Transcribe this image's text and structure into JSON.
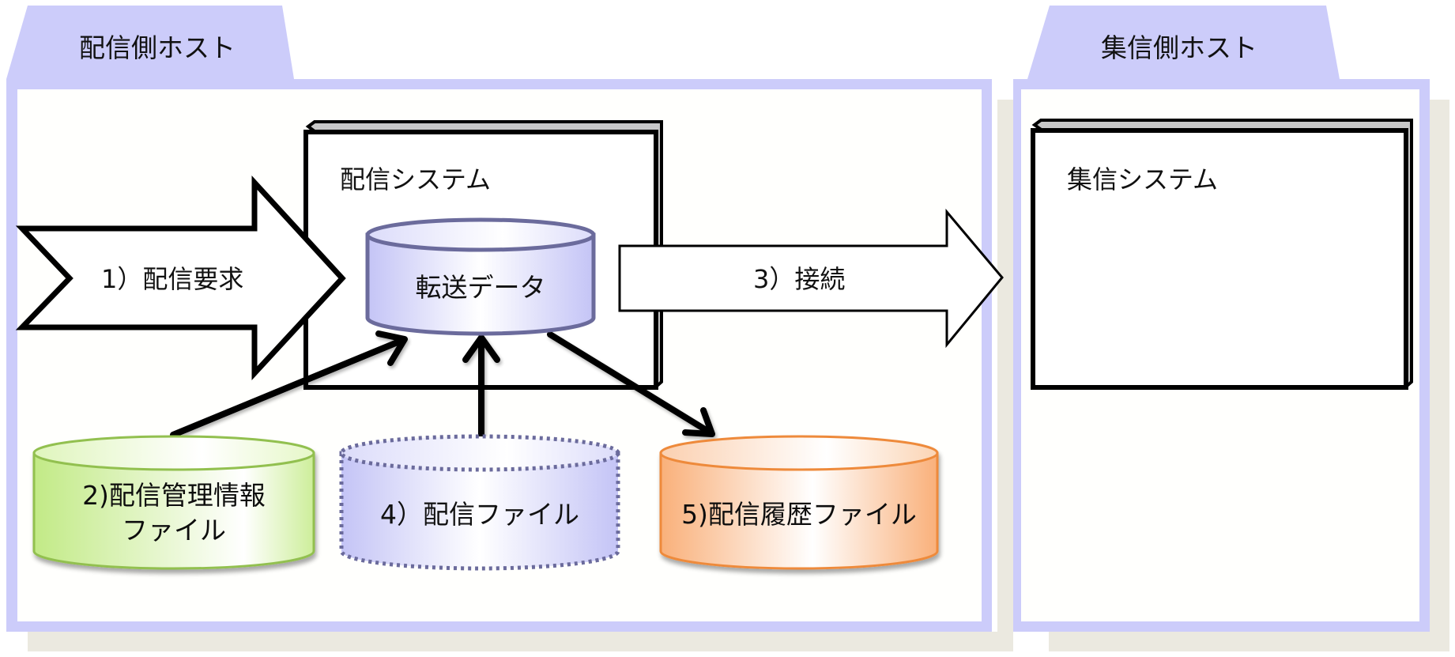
{
  "colors": {
    "host_frame": "#ccccfa",
    "host_shadow": "#ebe9e0",
    "system_border": "#000000",
    "db_purple_stroke": "#6b6b9c",
    "db_purple_fill": "#c8c8f8",
    "db_green_stroke": "#92c050",
    "db_green_fill": "#c6ec8c",
    "db_orange_stroke": "#ee8a3a",
    "db_orange_fill": "#f9b57e"
  },
  "hosts": {
    "sender": {
      "label": "配信側ホスト"
    },
    "receiver": {
      "label": "集信側ホスト"
    }
  },
  "systems": {
    "distribution": {
      "label": "配信システム"
    },
    "collection": {
      "label": "集信システム"
    }
  },
  "flows": {
    "request": {
      "label": "1）配信要求"
    },
    "connect": {
      "label": "3）接続"
    }
  },
  "datastores": {
    "transfer_data": {
      "label": "転送データ"
    },
    "management_file": {
      "label_line1": "2)配信管理情報",
      "label_line2": "ファイル"
    },
    "distribution_file": {
      "label": "4）配信ファイル"
    },
    "history_file": {
      "label": "5)配信履歴ファイル"
    }
  },
  "connectors": [
    {
      "from": "management_file",
      "to": "transfer_data"
    },
    {
      "from": "distribution_file",
      "to": "transfer_data"
    },
    {
      "from": "transfer_data",
      "to": "history_file"
    }
  ]
}
